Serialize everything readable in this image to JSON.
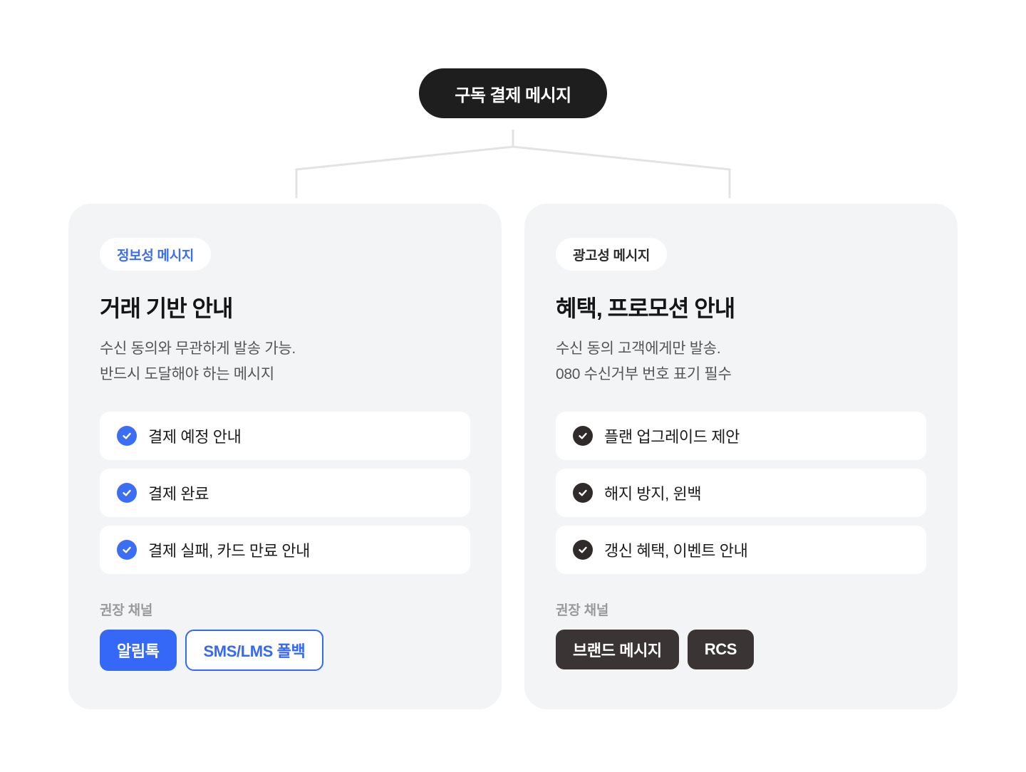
{
  "root": {
    "label": "구독 결제 메시지"
  },
  "cards": [
    {
      "type_label": "정보성 메시지",
      "title": "거래 기반 안내",
      "description": [
        "수신 동의와 무관하게 발송 가능.",
        "반드시 도달해야 하는 메시지"
      ],
      "items": [
        "결제 예정 안내",
        "결제 완료",
        "결제 실패, 카드 만료 안내"
      ],
      "channel_label": "권장 채널",
      "channels": [
        "알림톡",
        "SMS/LMS 폴백"
      ]
    },
    {
      "type_label": "광고성 메시지",
      "title": "혜택, 프로모션 안내",
      "description": [
        "수신 동의 고객에게만 발송.",
        "080 수신거부 번호 표기 필수"
      ],
      "items": [
        "플랜 업그레이드 제안",
        "해지 방지, 윈백",
        "갱신 혜택, 이벤트 안내"
      ],
      "channel_label": "권장 채널",
      "channels": [
        "브랜드 메시지",
        "RCS"
      ]
    }
  ],
  "colors": {
    "accent_blue": "#3568f6",
    "dark": "#1e1e1e",
    "card_bg": "#f3f4f5",
    "connector": "#e3e3e3"
  },
  "icons": {
    "check": "check-circle-icon"
  }
}
